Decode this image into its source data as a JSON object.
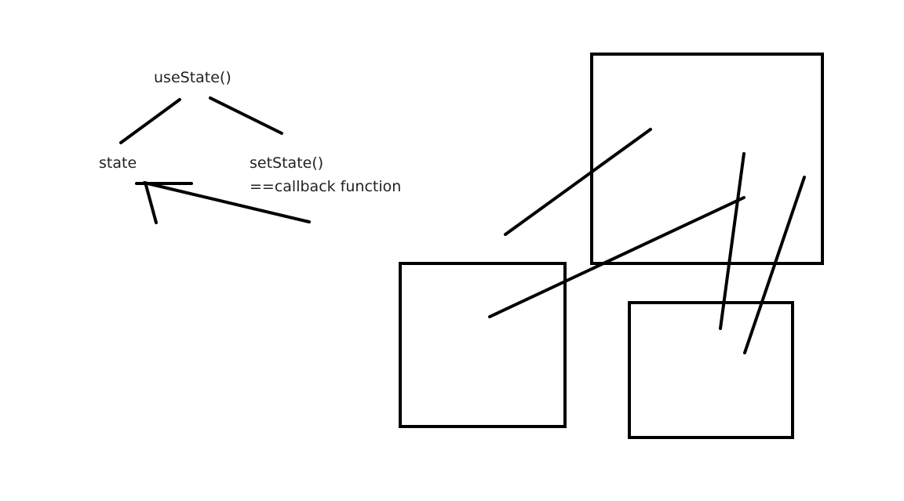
{
  "labels": {
    "use_state": "useState()",
    "state": "state",
    "set_state": "setState()",
    "callback": "==callback function"
  },
  "colors": {
    "ink": "#000000",
    "text": "#222222",
    "background": "#ffffff"
  }
}
